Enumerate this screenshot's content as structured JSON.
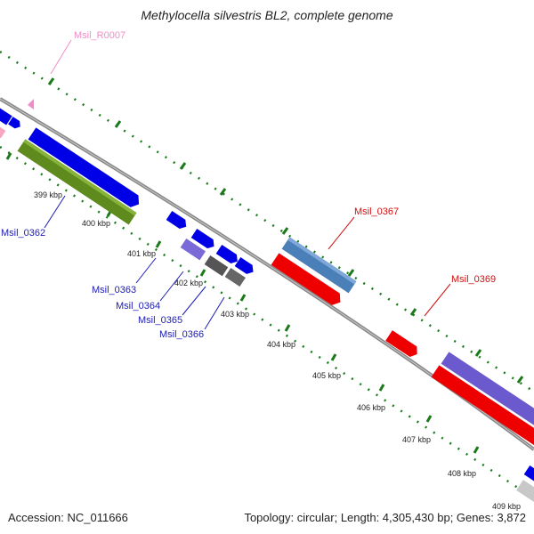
{
  "title": "Methylocella silvestris BL2, complete genome",
  "footer": {
    "accession": "Accession: NC_011666",
    "topology": "Topology: circular; Length: 4,305,430 bp; Genes: 3,872"
  },
  "colors": {
    "backbone": "#8a8a8a",
    "tick": "#1a7a1a",
    "gene_label_blue": "#1b1bb5",
    "gene_label_red": "#d01010",
    "gene_label_pink": "#f08cc8"
  },
  "ticks": [
    {
      "label": "399 kbp"
    },
    {
      "label": "400 kbp"
    },
    {
      "label": "401 kbp"
    },
    {
      "label": "402 kbp"
    },
    {
      "label": "403 kbp"
    },
    {
      "label": "404 kbp"
    },
    {
      "label": "405 kbp"
    },
    {
      "label": "406 kbp"
    },
    {
      "label": "407 kbp"
    },
    {
      "label": "408 kbp"
    },
    {
      "label": "409 kbp"
    }
  ],
  "gene_labels": [
    {
      "text": "Msil_R0007",
      "color": "#f08cc8"
    },
    {
      "text": "Msil_0362",
      "color": "#1b1bb5"
    },
    {
      "text": "Msil_0363",
      "color": "#1b1bb5"
    },
    {
      "text": "Msil_0364",
      "color": "#1b1bb5"
    },
    {
      "text": "Msil_0365",
      "color": "#1b1bb5"
    },
    {
      "text": "Msil_0366",
      "color": "#1b1bb5"
    },
    {
      "text": "Msil_0367",
      "color": "#d01010"
    },
    {
      "text": "Msil_0369",
      "color": "#d01010"
    }
  ]
}
